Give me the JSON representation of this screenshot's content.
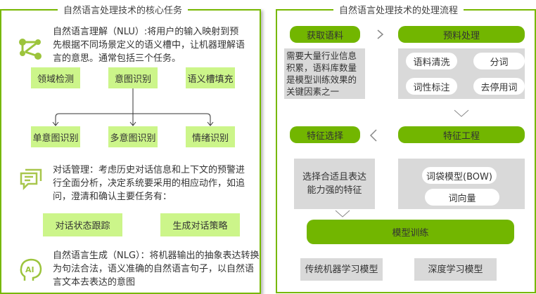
{
  "left": {
    "title": "自然语言处理技术的核心任务",
    "nlu": {
      "text": "自然语言理解（NLU）:将用户的输入映射到预先根据不同场景定义的语义槽中，让机器理解语言的意思。通常包括三个任务。",
      "tasks": [
        "领域检测",
        "意图识别",
        "语义槽填充"
      ],
      "subtasks": [
        "单意图识别",
        "多意图识别",
        "情绪识别"
      ]
    },
    "dm": {
      "text": "对话管理：考虑历史对话信息和上下文的预警进行全面分析，决定系统要采用的相应动作，如追问，澄清和确认主要任务有：",
      "tasks": [
        "对话状态跟踪",
        "生成对话策略"
      ]
    },
    "nlg": {
      "text": "自然语言生成（NLG）：将机器输出的抽象表达转换为句法合法，语义准确的自然语言句子，以自然语言文本去表达的意图",
      "icon_label": "AI"
    }
  },
  "right": {
    "title": "自然语言处理技术的处理流程",
    "steps": {
      "acquire": "获取语料",
      "preprocess": "预料处理",
      "feature_select": "特征选择",
      "feature_eng": "特征工程",
      "train": "模型训练"
    },
    "acquire_note": "需要大量行业信息积累，语料库数量是模型训练效果的关键因素之一",
    "preprocess_items": [
      "语料清洗",
      "分词",
      "词性标注",
      "去停用词"
    ],
    "feature_select_note": "选择合适且表达能力强的特征",
    "feature_eng_items": [
      "词袋模型(BOW)",
      "词向量"
    ],
    "models": [
      "传统机器学习模型",
      "深度学习模型"
    ]
  },
  "colors": {
    "border": "#77b800",
    "pill": "#72b600",
    "task": "#ccf58a",
    "gray": "#d9d9d9"
  }
}
